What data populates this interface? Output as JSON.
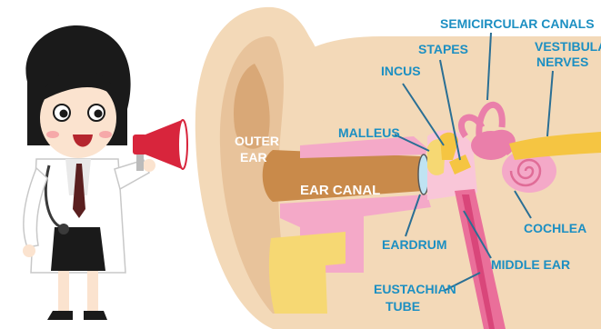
{
  "labels": {
    "outer_ear_line1": "OUTER",
    "outer_ear_line2": "EAR",
    "ear_canal": "EAR CANAL",
    "malleus": "MALLEUS",
    "incus": "INCUS",
    "stapes": "STAPES",
    "semicircular_canals": "SEMICIRCULAR CANALS",
    "vestibular_line1": "VESTIBULAR",
    "vestibular_line2": "NERVES",
    "cochlea": "COCHLEA",
    "eardrum": "EARDRUM",
    "middle_ear": "MIDDLE EAR",
    "eustachian_line1": "EUSTACHIAN",
    "eustachian_line2": "TUBE"
  },
  "colors": {
    "label_blue": "#1c8fc2",
    "skin": "#f3d9b8",
    "ear_inner": "#e4b98b",
    "canal": "#c98a4a",
    "pink_tissue": "#f4a9c8",
    "inner_ear_pink": "#ea7faa",
    "nerve_yellow": "#f5c542",
    "megaphone_red": "#d8253c"
  },
  "icons": {
    "doctor": "doctor-with-megaphone-icon",
    "megaphone": "megaphone-icon",
    "stethoscope": "stethoscope-icon"
  }
}
